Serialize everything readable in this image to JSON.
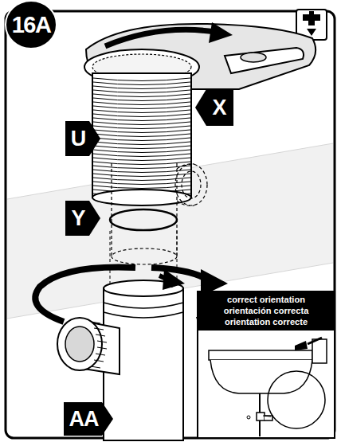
{
  "diagram": {
    "nodes": [
      {
        "text": [
          "16A"
        ]
      },
      {
        "text": [
          "X"
        ]
      },
      {
        "text": [
          "U"
        ]
      },
      {
        "text": [
          "Y"
        ]
      },
      {
        "text": [
          "correct orientation",
          "orientación correcta",
          "orientation correcte"
        ]
      },
      {
        "text": [
          "AA"
        ]
      }
    ]
  }
}
